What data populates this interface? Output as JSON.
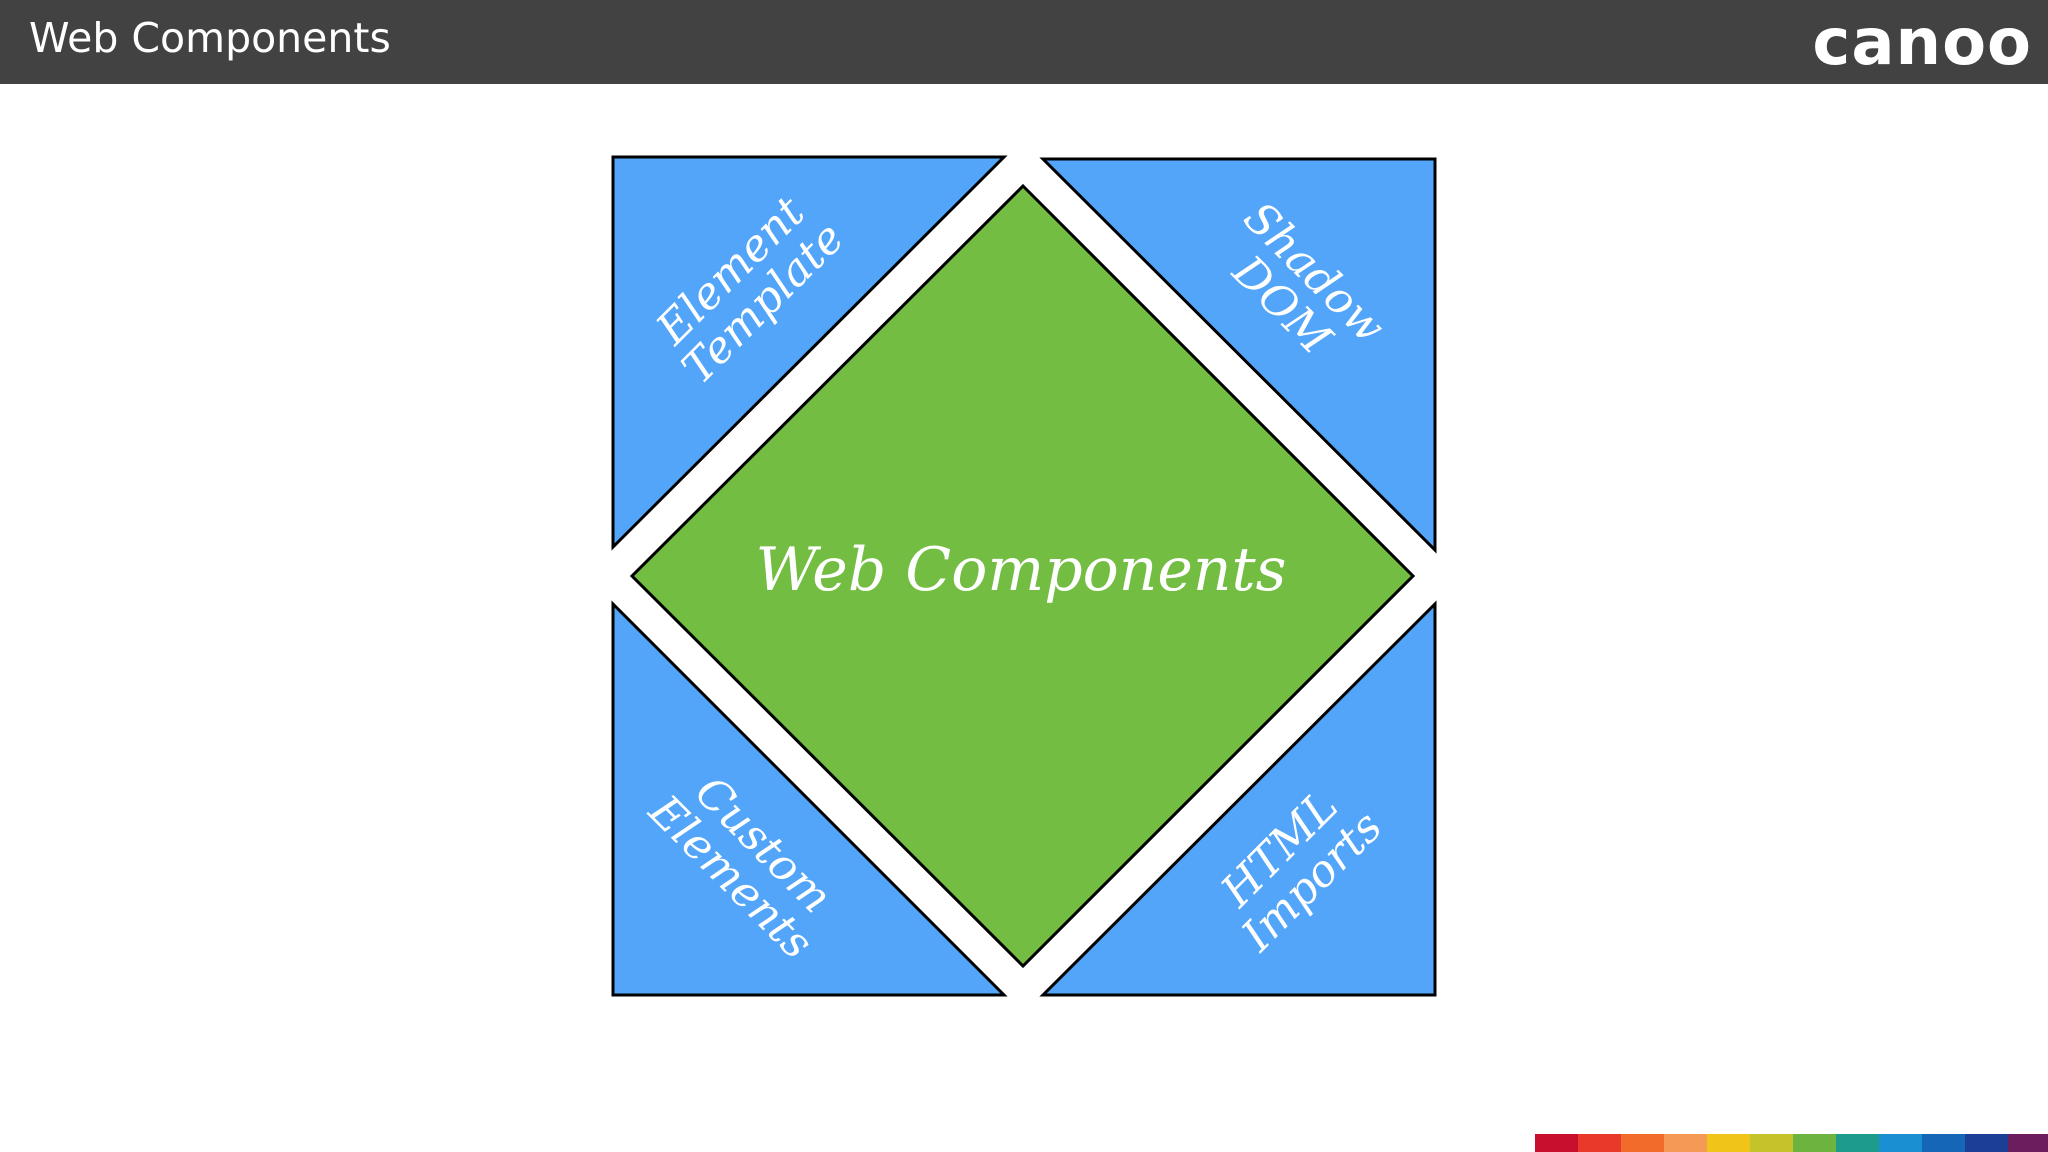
{
  "header": {
    "title": "Web Components",
    "logo_text": "canoo",
    "background_color": "#424242"
  },
  "diagram": {
    "center_label": "Web Components",
    "center_color": "#72bd42",
    "corner_color": "#52a5f8",
    "corners": {
      "top_left": {
        "line1": "Element",
        "line2": "Template"
      },
      "top_right": {
        "line1": "Shadow",
        "line2": "DOM"
      },
      "bottom_left": {
        "line1": "Custom",
        "line2": "Elements"
      },
      "bottom_right": {
        "line1": "HTML",
        "line2": "Imports"
      }
    }
  },
  "footer": {
    "color_strip": [
      "#c8102e",
      "#e8392b",
      "#f26b2a",
      "#f49a54",
      "#f0c419",
      "#c5c32a",
      "#6db33f",
      "#1e9c8b",
      "#1a8fd1",
      "#1566b7",
      "#1c3f95",
      "#6b1d5e"
    ]
  }
}
